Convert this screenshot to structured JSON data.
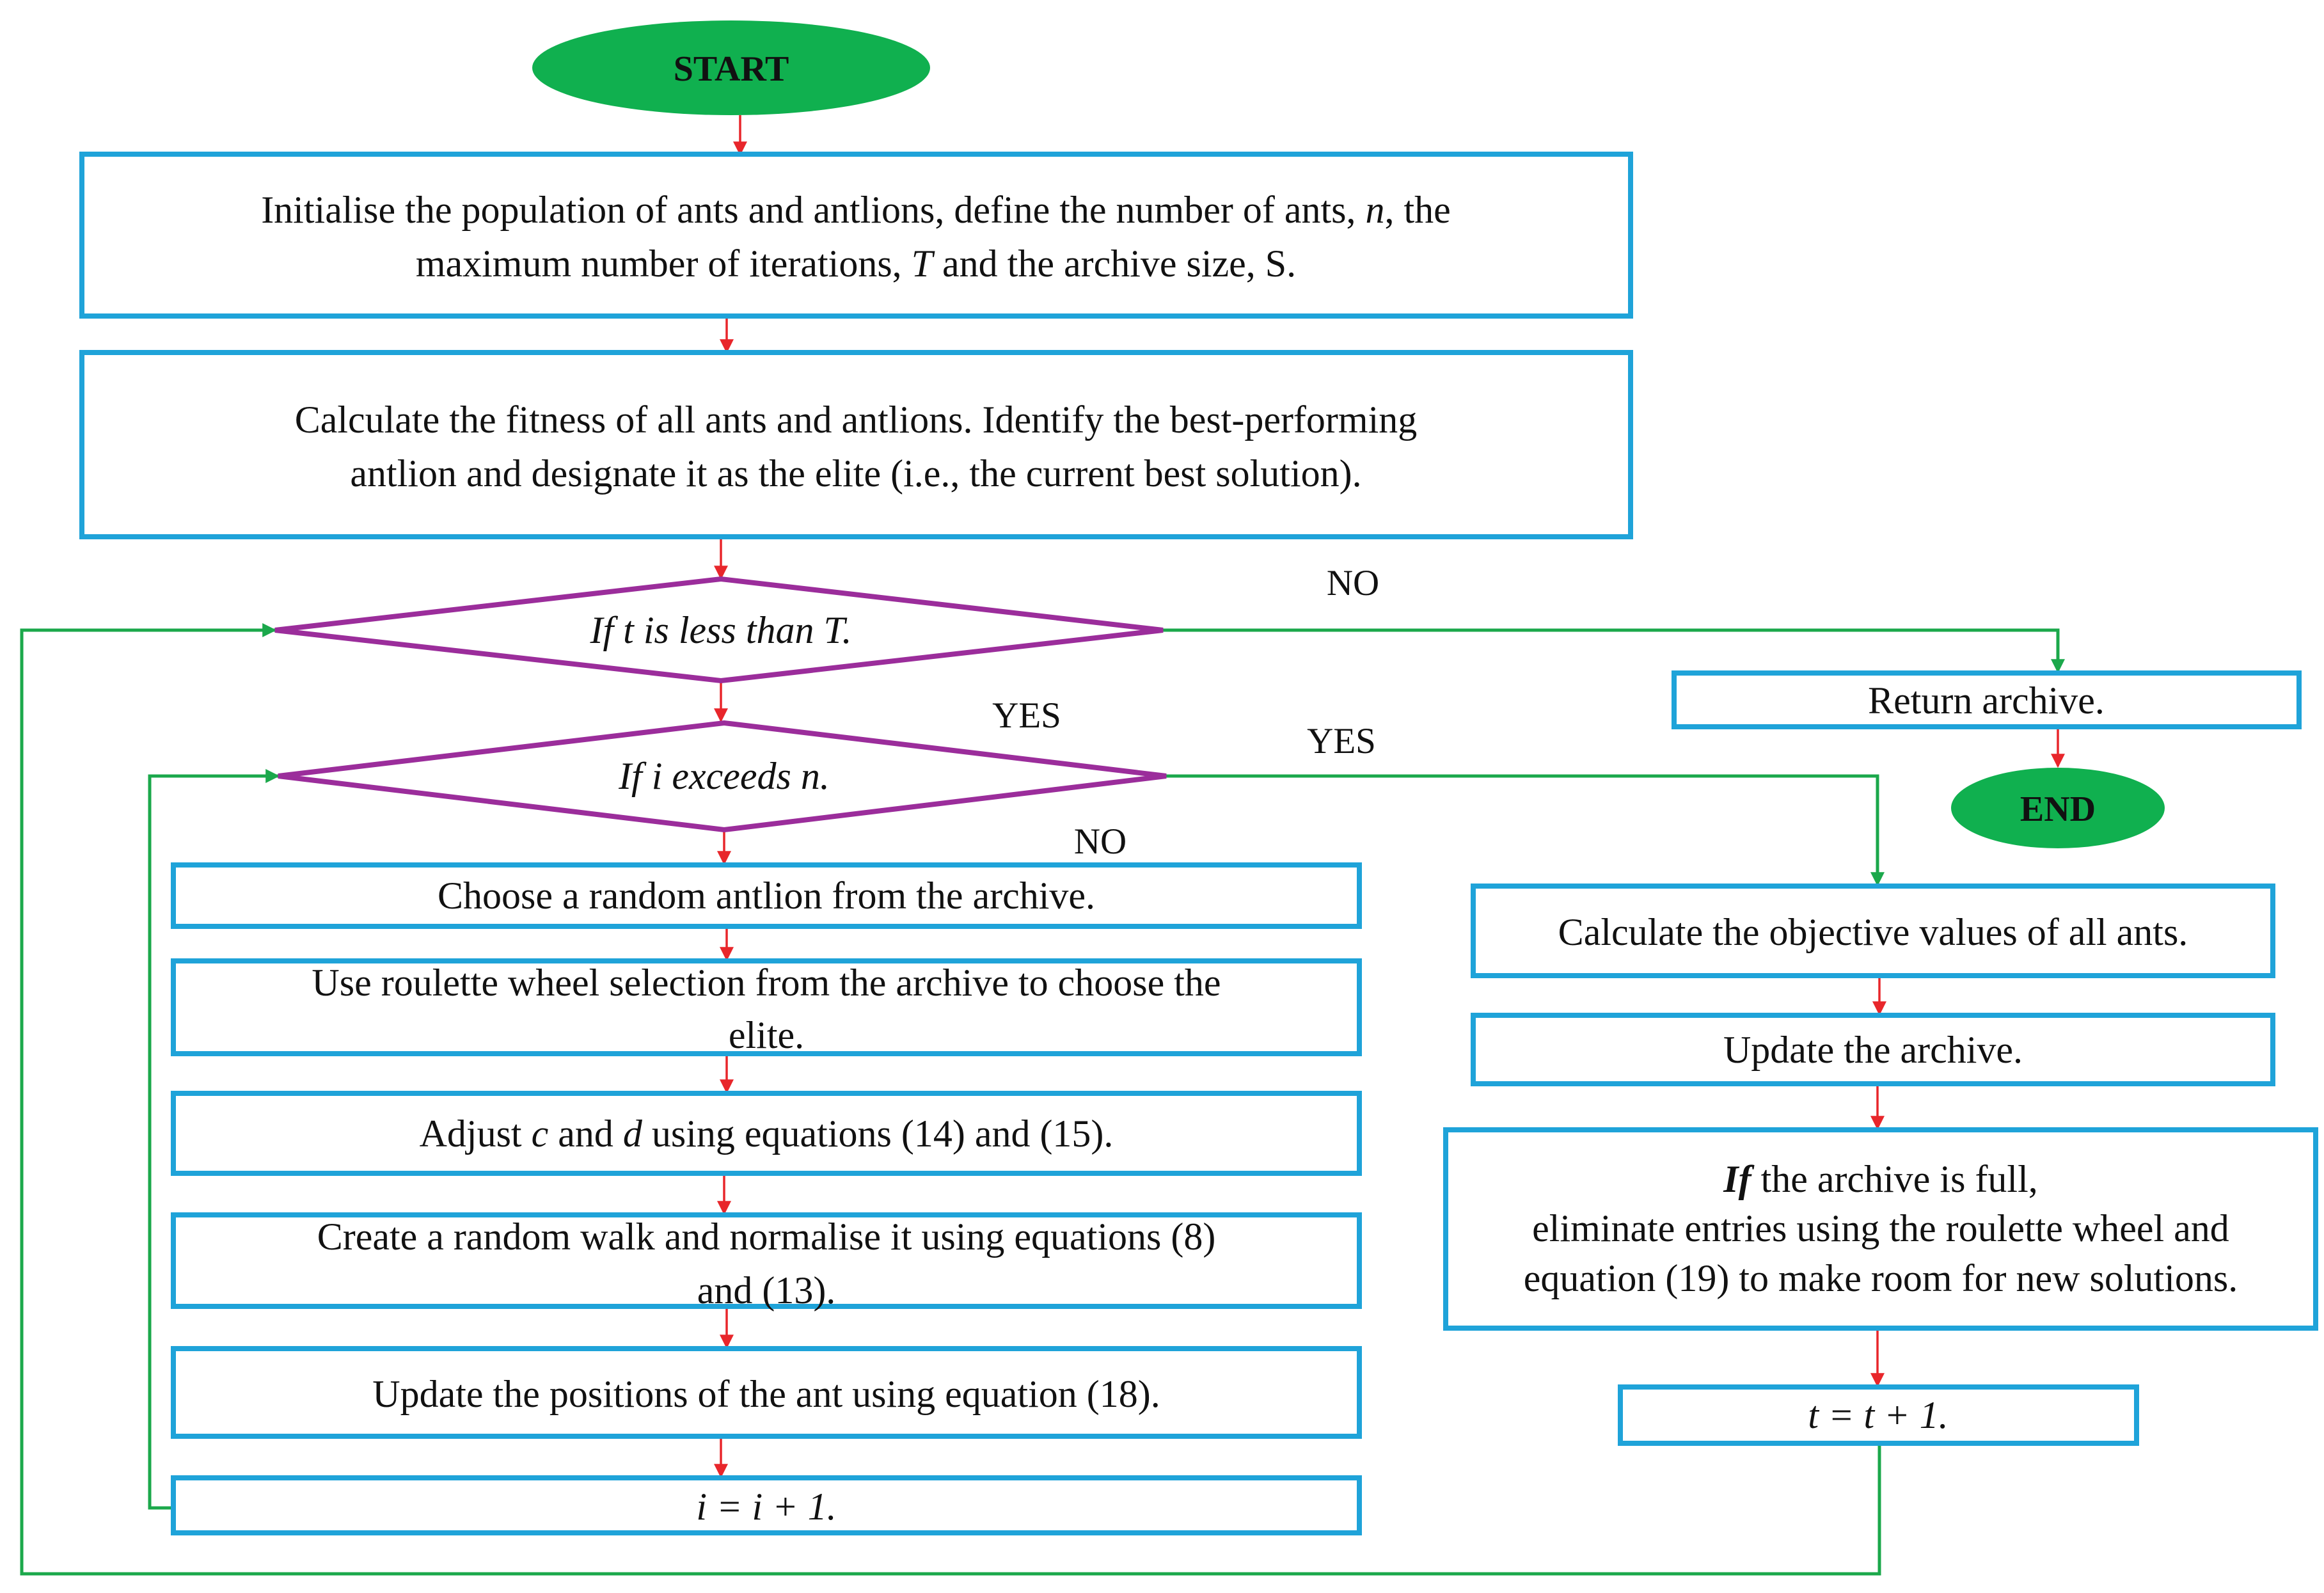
{
  "diagram": {
    "start_label": "START",
    "end_label": "END",
    "init": {
      "line1_a": "Initialise the population of ants and antlions, define the number of ants, ",
      "line1_var": "n",
      "line1_b": ", the",
      "line2_a": "maximum number of iterations, ",
      "line2_var": "T",
      "line2_b": " and the archive size, S."
    },
    "fitness": {
      "line1": "Calculate the fitness of all ants and antlions. Identify the best-performing",
      "line2": "antlion and designate it as the elite (i.e., the current best solution)."
    },
    "cond_t": {
      "prefix": "If ",
      "var1": "t",
      "mid": " is less than ",
      "var2": "T",
      "suffix": "."
    },
    "cond_i": {
      "prefix": "If i exceeds ",
      "var": "n",
      "suffix": "."
    },
    "labels": {
      "no_t": "NO",
      "yes_t": "YES",
      "yes_i": "YES",
      "no_i": "NO"
    },
    "return_archive": "Return archive.",
    "choose_antlion": "Choose a random antlion from the archive.",
    "roulette": {
      "line1": "Use roulette wheel selection from the archive to choose the",
      "line2": "elite."
    },
    "adjust": {
      "a": "Adjust ",
      "c": "c",
      "b": " and ",
      "d": "d",
      "e": " using equations (14) and (15)."
    },
    "random_walk": {
      "line1": "Create a random walk and normalise it using equations (8)",
      "line2": "and (13)."
    },
    "update_positions": "Update the positions of the ant using  equation (18).",
    "i_increment": "i = i + 1.",
    "objective": "Calculate the objective values of all ants.",
    "update_archive": "Update the archive.",
    "archive_full": {
      "if_word": "If",
      "line1_rest": " the archive is full,",
      "line2": "eliminate entries using the roulette wheel and",
      "line3": "equation (19) to make room for new solutions."
    },
    "t_increment": "t = t + 1."
  },
  "colors": {
    "box_border": "#1FA3D9",
    "decision_border": "#9B2D9B",
    "terminal_fill": "#10B04F",
    "flow_arrow": "#E8262B",
    "loop_arrow": "#1BA84B"
  }
}
